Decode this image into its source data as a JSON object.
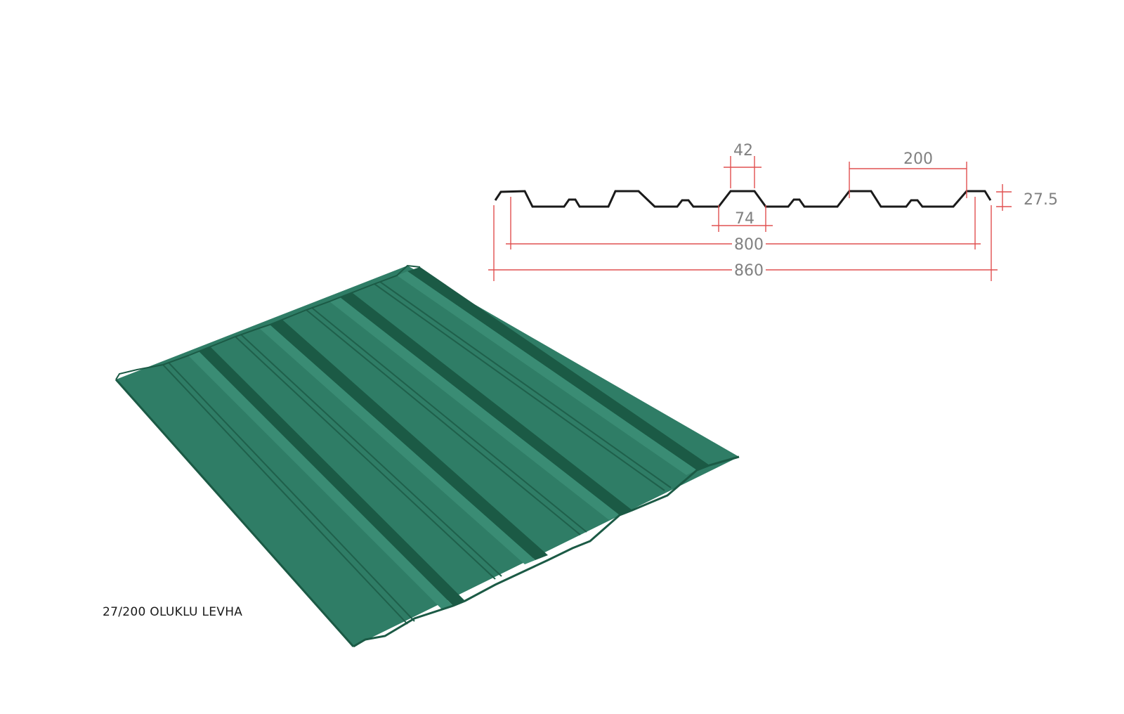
{
  "product": {
    "caption": "27/200 OLUKLU LEVHA"
  },
  "dimensions": {
    "top_flange": "42",
    "rib_pitch": "200",
    "rib_height": "27.5",
    "rib_base": "74",
    "cover_width": "800",
    "total_width": "860"
  },
  "colors": {
    "sheet": "#2f7d66",
    "sheet_dark": "#1b5a45",
    "sheet_light": "#3a8c74",
    "profile_line": "#1a1a1a",
    "dimension_line": "#e05050",
    "dimension_text": "#808080"
  }
}
